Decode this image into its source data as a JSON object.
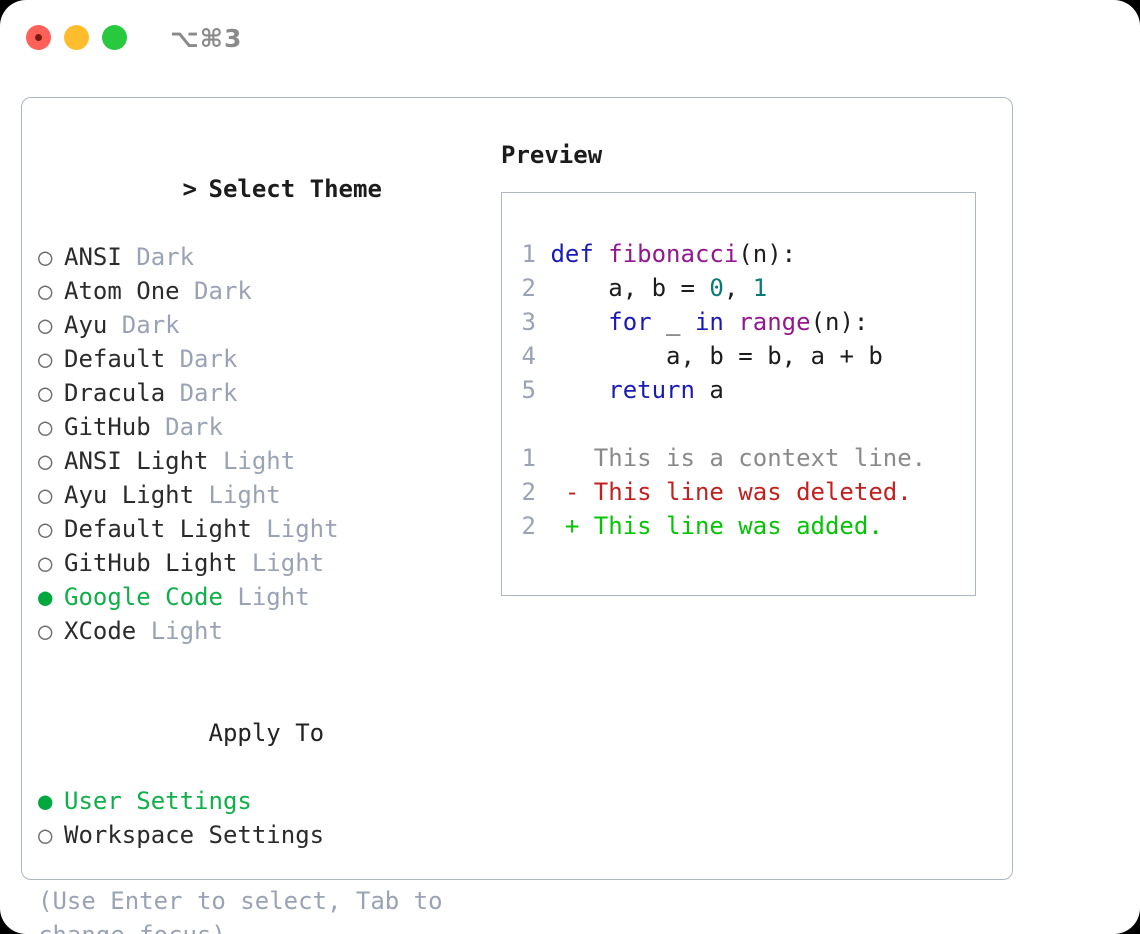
{
  "titlebar": {
    "shortcut": "⌥⌘3",
    "lights": [
      "close",
      "minimize",
      "maximize"
    ]
  },
  "theme_section": {
    "prefix": ">",
    "title": "Select Theme",
    "focused": true,
    "options": [
      {
        "label": "ANSI",
        "tag": "Dark",
        "selected": false,
        "bullet": "○"
      },
      {
        "label": "Atom One",
        "tag": "Dark",
        "selected": false,
        "bullet": "○"
      },
      {
        "label": "Ayu",
        "tag": "Dark",
        "selected": false,
        "bullet": "○"
      },
      {
        "label": "Default",
        "tag": "Dark",
        "selected": false,
        "bullet": "○"
      },
      {
        "label": "Dracula",
        "tag": "Dark",
        "selected": false,
        "bullet": "○"
      },
      {
        "label": "GitHub",
        "tag": "Dark",
        "selected": false,
        "bullet": "○"
      },
      {
        "label": "ANSI Light",
        "tag": "Light",
        "selected": false,
        "bullet": "○"
      },
      {
        "label": "Ayu Light",
        "tag": "Light",
        "selected": false,
        "bullet": "○"
      },
      {
        "label": "Default Light",
        "tag": "Light",
        "selected": false,
        "bullet": "○"
      },
      {
        "label": "GitHub Light",
        "tag": "Light",
        "selected": false,
        "bullet": "○"
      },
      {
        "label": "Google Code",
        "tag": "Light",
        "selected": true,
        "bullet": "●"
      },
      {
        "label": "XCode",
        "tag": "Light",
        "selected": false,
        "bullet": "○"
      }
    ]
  },
  "apply_section": {
    "prefix": " ",
    "title": "Apply To",
    "focused": false,
    "options": [
      {
        "label": "User Settings",
        "tag": "",
        "selected": true,
        "bullet": "●"
      },
      {
        "label": "Workspace Settings",
        "tag": "",
        "selected": false,
        "bullet": "○"
      }
    ]
  },
  "hint": "(Use Enter to select, Tab to change focus)",
  "preview": {
    "title": "Preview",
    "code_lines": [
      {
        "num": "1",
        "tokens": [
          {
            "t": "def ",
            "c": "kw"
          },
          {
            "t": "fibonacci",
            "c": "fn"
          },
          {
            "t": "(n):",
            "c": "plain"
          }
        ]
      },
      {
        "num": "2",
        "tokens": [
          {
            "t": "    a, b = ",
            "c": "plain"
          },
          {
            "t": "0",
            "c": "num"
          },
          {
            "t": ", ",
            "c": "plain"
          },
          {
            "t": "1",
            "c": "num"
          }
        ]
      },
      {
        "num": "3",
        "tokens": [
          {
            "t": "    ",
            "c": "plain"
          },
          {
            "t": "for",
            "c": "kw"
          },
          {
            "t": " _ ",
            "c": "plain"
          },
          {
            "t": "in",
            "c": "kw"
          },
          {
            "t": " ",
            "c": "plain"
          },
          {
            "t": "range",
            "c": "fn"
          },
          {
            "t": "(n):",
            "c": "plain"
          }
        ]
      },
      {
        "num": "4",
        "tokens": [
          {
            "t": "        a, b = b, a + b",
            "c": "plain"
          }
        ]
      },
      {
        "num": "5",
        "tokens": [
          {
            "t": "    ",
            "c": "plain"
          },
          {
            "t": "return",
            "c": "kw"
          },
          {
            "t": " a",
            "c": "plain"
          }
        ]
      }
    ],
    "diff_lines": [
      {
        "num": "1",
        "marker": " ",
        "text": "This is a context line.",
        "kind": "ctx"
      },
      {
        "num": "2",
        "marker": "-",
        "text": "This line was deleted.",
        "kind": "del"
      },
      {
        "num": "2",
        "marker": "+",
        "text": "This line was added.",
        "kind": "add"
      }
    ]
  },
  "colors": {
    "accent_green": "#0fb04a",
    "muted": "#9aa3b3",
    "keyword": "#1a1ab4",
    "function": "#93188f",
    "number": "#0b7a74",
    "diff_add": "#05c405",
    "diff_del": "#c32020",
    "border": "#aeb6c2"
  }
}
